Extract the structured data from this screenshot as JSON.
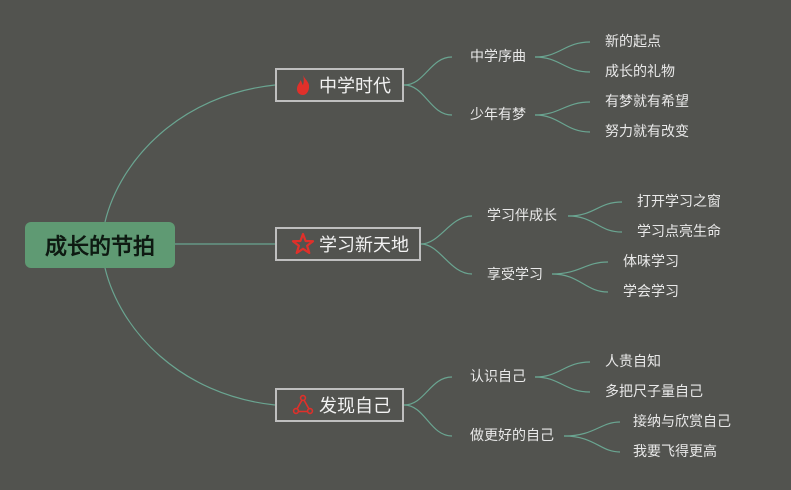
{
  "root": {
    "label": "成长的节拍"
  },
  "branches": [
    {
      "label": "中学时代",
      "icon": "flame-icon",
      "children": [
        {
          "label": "中学序曲",
          "leaves": [
            "新的起点",
            "成长的礼物"
          ]
        },
        {
          "label": "少年有梦",
          "leaves": [
            "有梦就有希望",
            "努力就有改变"
          ]
        }
      ]
    },
    {
      "label": "学习新天地",
      "icon": "star-icon",
      "children": [
        {
          "label": "学习伴成长",
          "leaves": [
            "打开学习之窗",
            "学习点亮生命"
          ]
        },
        {
          "label": "享受学习",
          "leaves": [
            "体味学习",
            "学会学习"
          ]
        }
      ]
    },
    {
      "label": "发现自己",
      "icon": "triangle-icon",
      "children": [
        {
          "label": "认识自己",
          "leaves": [
            "人贵自知",
            "多把尺子量自己"
          ]
        },
        {
          "label": "做更好的自己",
          "leaves": [
            "接纳与欣赏自己",
            "我要飞得更高"
          ]
        }
      ]
    }
  ],
  "colors": {
    "background": "#52534f",
    "root_fill": "#5f9a73",
    "connector": "#6aa591",
    "icon_red": "#e0302a"
  }
}
